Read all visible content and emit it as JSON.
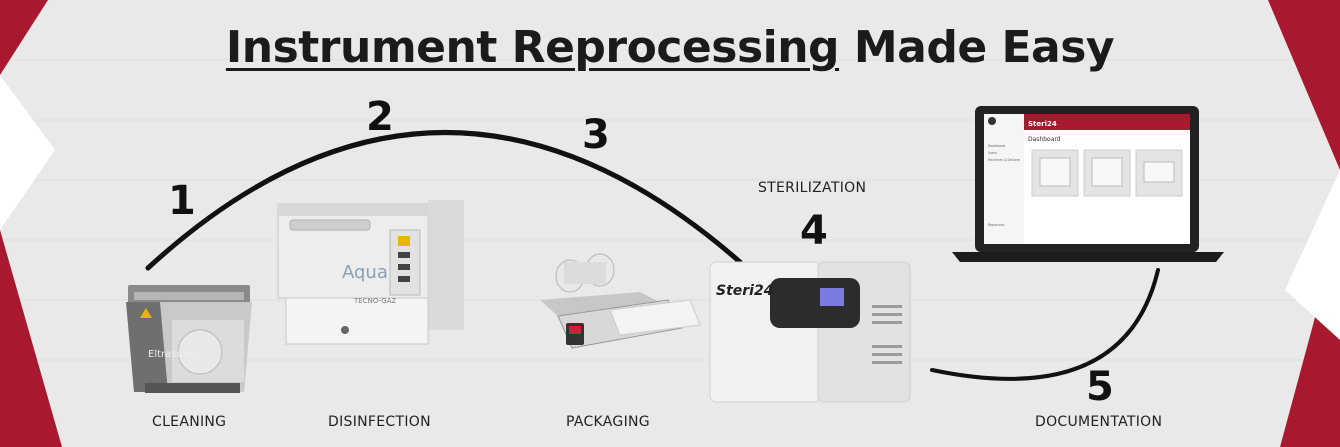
{
  "title": {
    "underlined": "Instrument Reprocessing",
    "rest": " Made Easy"
  },
  "steps": [
    {
      "number": "1",
      "label": "CLEANING"
    },
    {
      "number": "2",
      "label": "DISINFECTION"
    },
    {
      "number": "3",
      "label": "PACKAGING"
    },
    {
      "number": "4",
      "label": "STERILIZATION"
    },
    {
      "number": "5",
      "label": "DOCUMENTATION"
    }
  ],
  "products": {
    "washer_brand": "Aqua",
    "washer_maker": "TECNO-GAZ",
    "autoclave_brand": "Steri24",
    "cleaner_brand": "Eltrasonic"
  },
  "laptop_screen": {
    "app_logo": "Steri24",
    "heading": "Dashboard",
    "menu": [
      "Dashboard",
      "Users",
      "Machines & Devices",
      "Reprocess"
    ]
  },
  "colors": {
    "accent_red": "#a8182e",
    "background": "#e9e9e9",
    "arc": "#111111"
  }
}
